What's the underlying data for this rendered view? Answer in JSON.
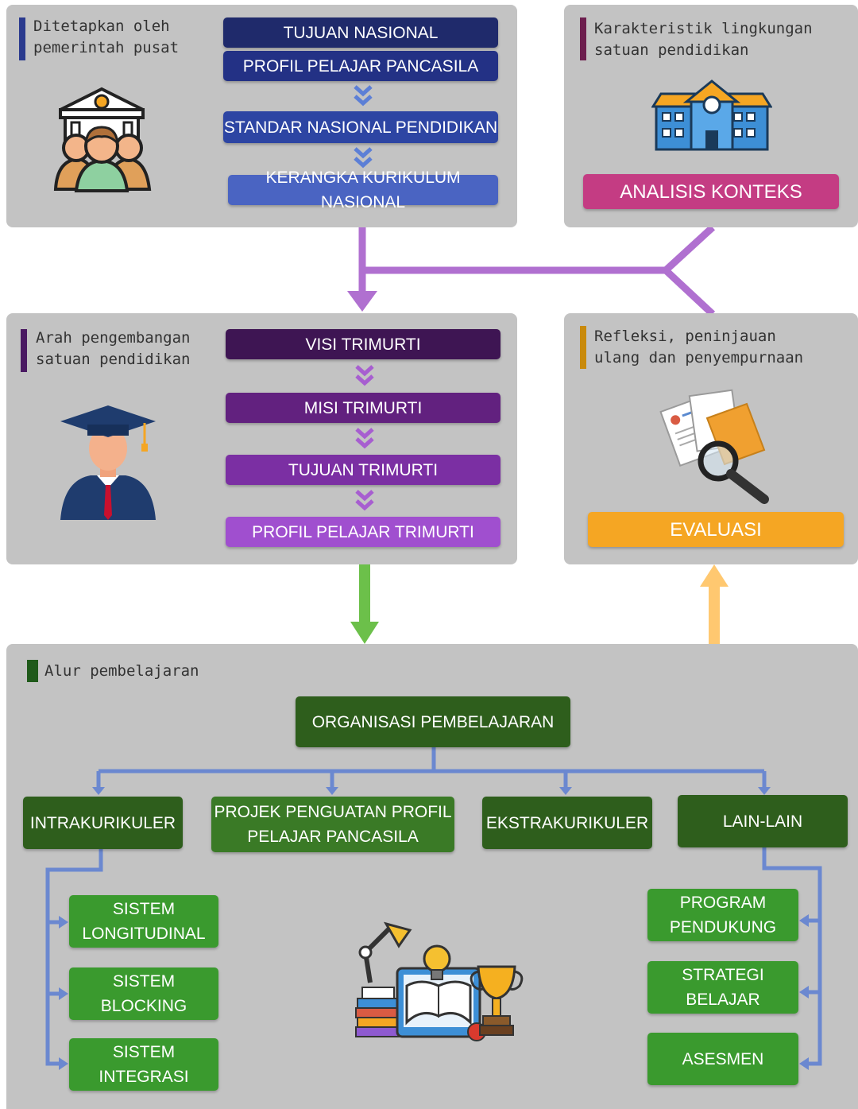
{
  "panel_national": {
    "note": "Ditetapkan oleh\npemerintah pusat",
    "items": [
      "TUJUAN NASIONAL",
      "PROFIL PELAJAR PANCASILA",
      "STANDAR NASIONAL PENDIDIKAN",
      "KERANGKA KURIKULUM NASIONAL"
    ],
    "colors": [
      "#1f2a6b",
      "#233185",
      "#2d45a3",
      "#4a64c2"
    ],
    "note_color": "#2a3a8e",
    "icon": "government-building-with-people-icon"
  },
  "panel_context": {
    "note": "Karakteristik lingkungan\nsatuan pendidikan",
    "item": "ANALISIS KONTEKS",
    "color": "#c43c83",
    "note_color": "#6d1e4e",
    "icon": "school-building-icon"
  },
  "panel_direction": {
    "note": "Arah pengembangan\nsatuan pendidikan",
    "items": [
      "VISI  TRIMURTI",
      "MISI TRIMURTI",
      "TUJUAN TRIMURTI",
      "PROFIL PELAJAR TRIMURTI"
    ],
    "colors": [
      "#3e1553",
      "#62217f",
      "#7b2fa3",
      "#a04fcf"
    ],
    "note_color": "#4a1a62",
    "icon": "graduate-icon"
  },
  "panel_evaluation": {
    "note": "Refleksi, peninjauan\nulang dan penyempurnaan",
    "item": "EVALUASI",
    "color": "#f5a623",
    "note_color": "#c98a0b",
    "icon": "documents-magnifier-icon"
  },
  "panel_learning": {
    "note": "Alur pembelajaran",
    "note_color": "#1f5a1a",
    "root": "ORGANISASI PEMBELAJARAN",
    "branches": [
      "INTRAKURIKULER",
      "PROJEK PENGUATAN PROFIL\nPELAJAR PANCASILA",
      "EKSTRAKURIKULER",
      "LAIN-LAIN"
    ],
    "intra_items": [
      "SISTEM\nLONGITUDINAL",
      "SISTEM\nBLOCKING",
      "SISTEM\nINTEGRASI"
    ],
    "other_items": [
      "PROGRAM\nPENDUKUNG",
      "STRATEGI\nBELAJAR",
      "ASESMEN"
    ],
    "dark_green": "#2e5e1c",
    "green": "#3a9a2e",
    "icon": "education-books-trophy-icon"
  },
  "connectors": {
    "purple": "#b070d0",
    "green": "#6cc04a",
    "orange": "#ffc870",
    "blue": "#6b88d0",
    "chevron_blue": "#5c7fd6",
    "chevron_purple": "#a75ed0"
  }
}
